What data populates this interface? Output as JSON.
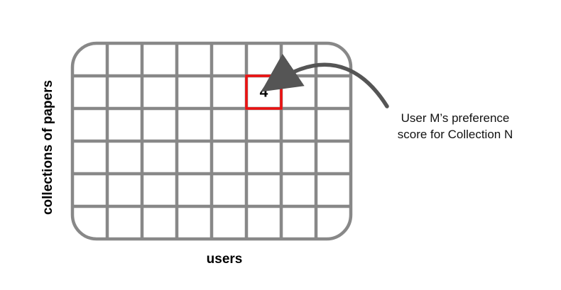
{
  "grid": {
    "columns": 8,
    "rows": 6,
    "line_color": "#888888",
    "highlight_row": 1,
    "highlight_col": 5,
    "highlight_color": "#ee1111",
    "highlight_value": "4"
  },
  "labels": {
    "x_axis": "users",
    "y_axis": "collections of papers"
  },
  "annotation": {
    "line1": "User M’s preference",
    "line2": "score for Collection N",
    "arrow_color": "#555555"
  }
}
